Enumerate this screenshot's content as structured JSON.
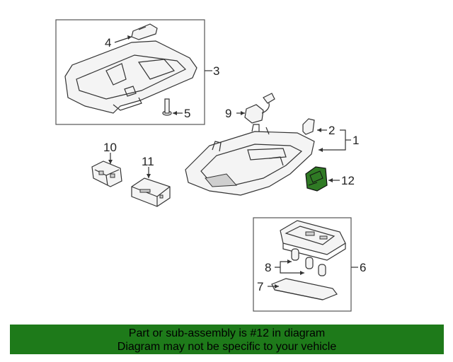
{
  "callouts": {
    "c1": "1",
    "c2": "2",
    "c3": "3",
    "c4": "4",
    "c5": "5",
    "c6": "6",
    "c7": "7",
    "c8": "8",
    "c9": "9",
    "c10": "10",
    "c11": "11",
    "c12": "12"
  },
  "colors": {
    "highlight_part": "#2f7a24",
    "banner": "#1e7a1a"
  },
  "banner": {
    "line1": "Part or sub-assembly is #12 in diagram",
    "line2": "Diagram may not be specific to your vehicle"
  }
}
